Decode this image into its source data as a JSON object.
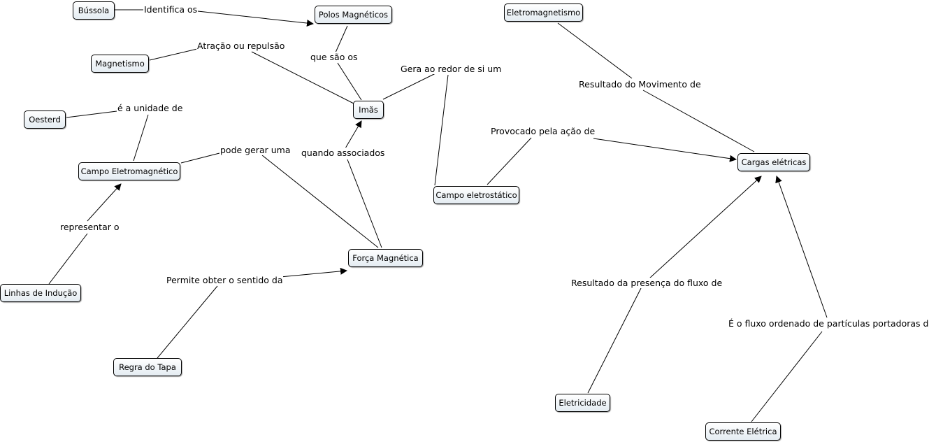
{
  "concepts": {
    "bussola": "Bússola",
    "polos": "Polos Magnéticos",
    "magnetismo": "Magnetismo",
    "imas": "Imãs",
    "oesterd": "Oesterd",
    "campo_eletromagnetico": "Campo Eletromagnético",
    "linhas": "Linhas de Indução",
    "forca": "Força Magnética",
    "regra": "Regra do Tapa",
    "campo_eletrostatico": "Campo eletrostático",
    "eletromagnetismo": "Eletromagnetismo",
    "cargas": "Cargas elétricas",
    "eletricidade": "Eletricidade",
    "corrente": "Corrente Elétrica"
  },
  "links": {
    "identifica": "Identifica os",
    "que_sao": "que são os",
    "atracao": "Atração ou repulsão",
    "gera": "Gera ao redor de si um",
    "unidade": "é a unidade de",
    "pode_gerar": "pode gerar uma",
    "quando": "quando associados",
    "representar": "representar o",
    "permite": "Permite obter o sentido da",
    "resultado_mov": "Resultado do Movimento de",
    "provocado": "Provocado pela ação de",
    "resultado_fluxo": "Resultado da presença do fluxo de",
    "fluxo_ordenado": "É o fluxo ordenado de partículas portadoras de"
  }
}
